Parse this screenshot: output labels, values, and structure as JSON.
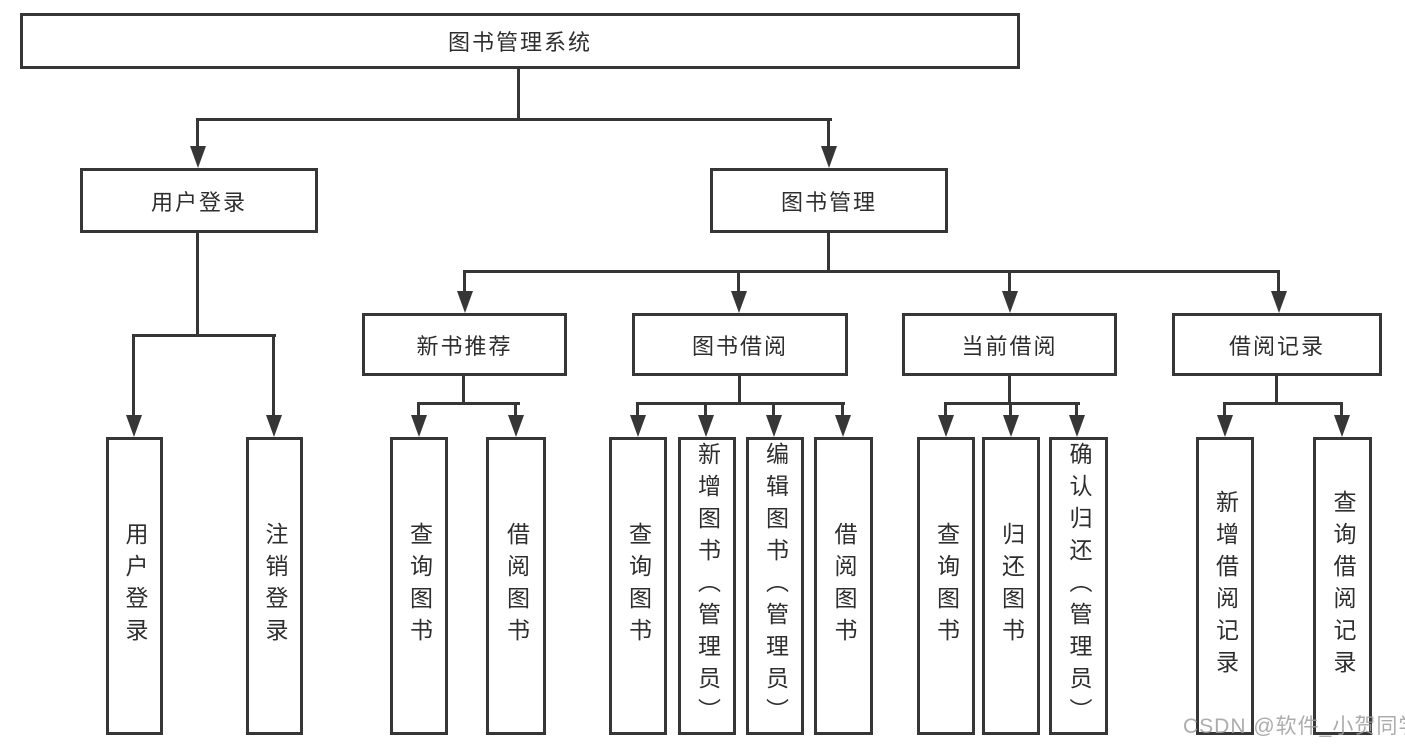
{
  "tree": {
    "root": "图书管理系统",
    "level2": [
      {
        "label": "用户登录",
        "children": [
          {
            "label": "用户登录"
          },
          {
            "label": "注销登录"
          }
        ]
      },
      {
        "label": "图书管理",
        "children": [
          {
            "label": "新书推荐",
            "children": [
              {
                "label": "查询图书"
              },
              {
                "label": "借阅图书"
              }
            ]
          },
          {
            "label": "图书借阅",
            "children": [
              {
                "label": "查询图书"
              },
              {
                "label": "新增图书（管理员）"
              },
              {
                "label": "编辑图书（管理员）"
              },
              {
                "label": "借阅图书"
              }
            ]
          },
          {
            "label": "当前借阅",
            "children": [
              {
                "label": "查询图书"
              },
              {
                "label": "归还图书"
              },
              {
                "label": "确认归还（管理员）"
              }
            ]
          },
          {
            "label": "借阅记录",
            "children": [
              {
                "label": "新增借阅记录"
              },
              {
                "label": "查询借阅记录"
              }
            ]
          }
        ]
      }
    ]
  },
  "watermark": "CSDN @软件_小贺同学",
  "colors": {
    "line": "#363636",
    "text": "#2e2e2e",
    "watermark": "#9e9e9e",
    "background": "#ffffff"
  }
}
